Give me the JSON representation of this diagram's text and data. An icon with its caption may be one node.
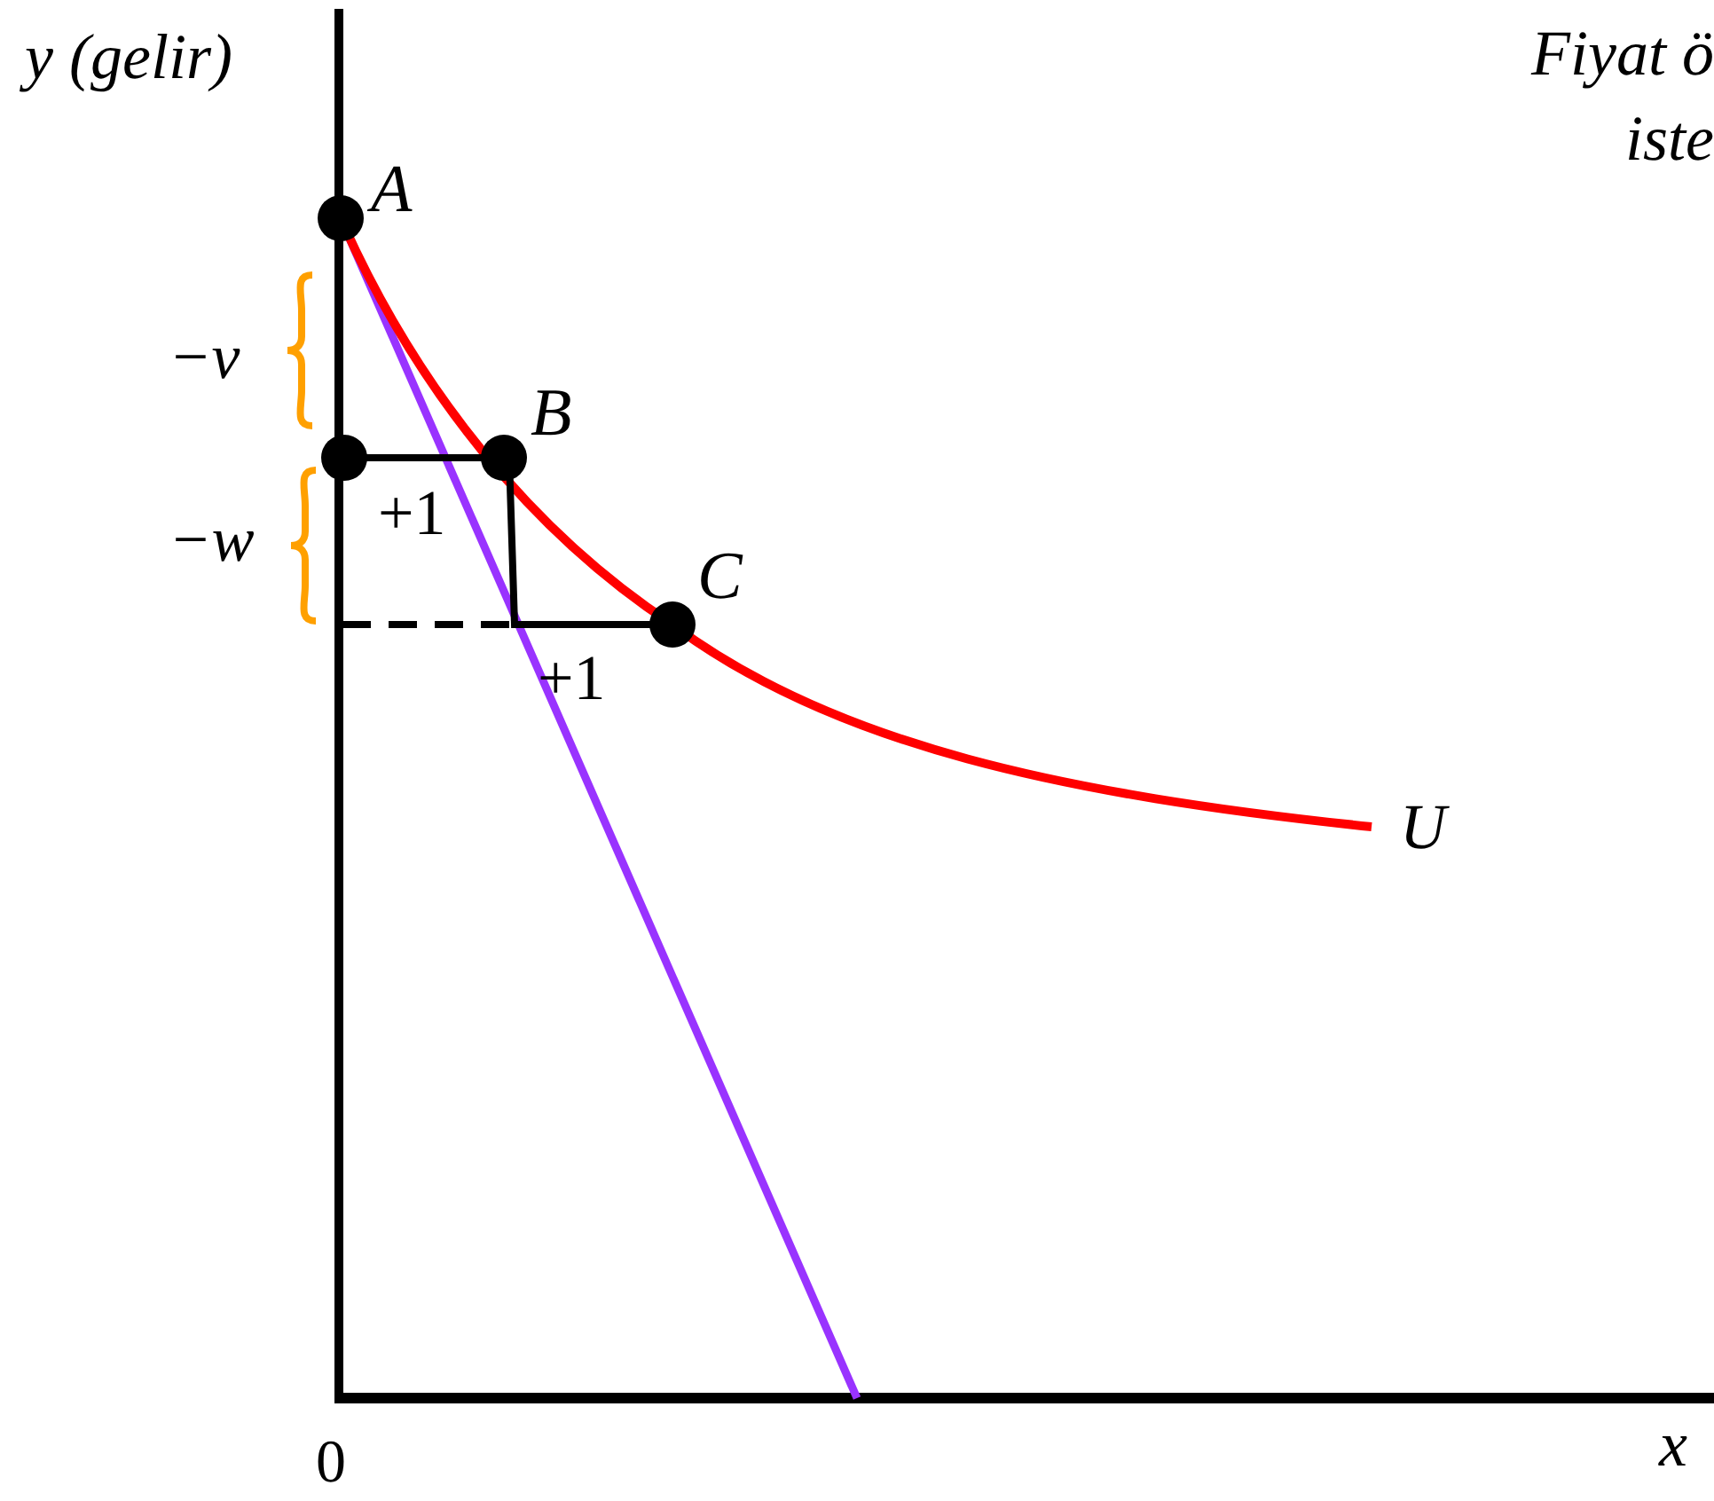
{
  "diagram": {
    "labels": [
      "y (gelir)",
      "Fiyat ö",
      "iste",
      "A",
      "−v",
      "B",
      "+1",
      "−w",
      "C",
      "+1",
      "U",
      "0",
      "x"
    ]
  }
}
